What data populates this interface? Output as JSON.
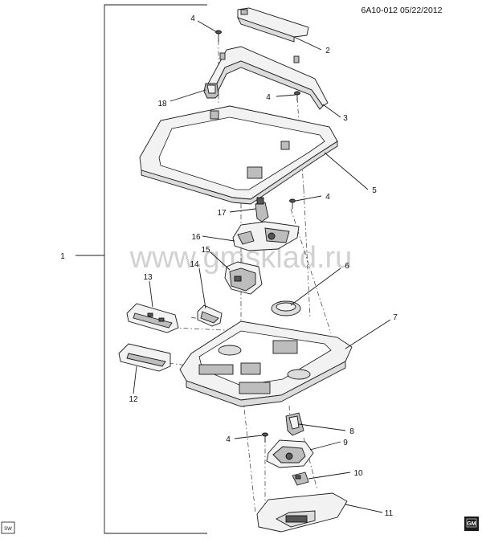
{
  "header": {
    "diagram_id": "6A10-012",
    "date": "05/22/2012"
  },
  "watermark": "www.gmsklad.ru",
  "callouts": {
    "c1": "1",
    "c2": "2",
    "c3": "3",
    "c4a": "4",
    "c4b": "4",
    "c4c": "4",
    "c4d": "4",
    "c5": "5",
    "c6": "6",
    "c7": "7",
    "c8": "8",
    "c9": "9",
    "c10": "10",
    "c11": "11",
    "c12": "12",
    "c13": "13",
    "c14": "14",
    "c15": "15",
    "c16": "16",
    "c17": "17",
    "c18": "18"
  },
  "badges": {
    "sw": "SW",
    "gm": "GM"
  },
  "colors": {
    "line": "#1a1a1a",
    "watermark": "#c9c9c9",
    "part_fill": "#f2f2f2",
    "part_dark": "#555555"
  }
}
